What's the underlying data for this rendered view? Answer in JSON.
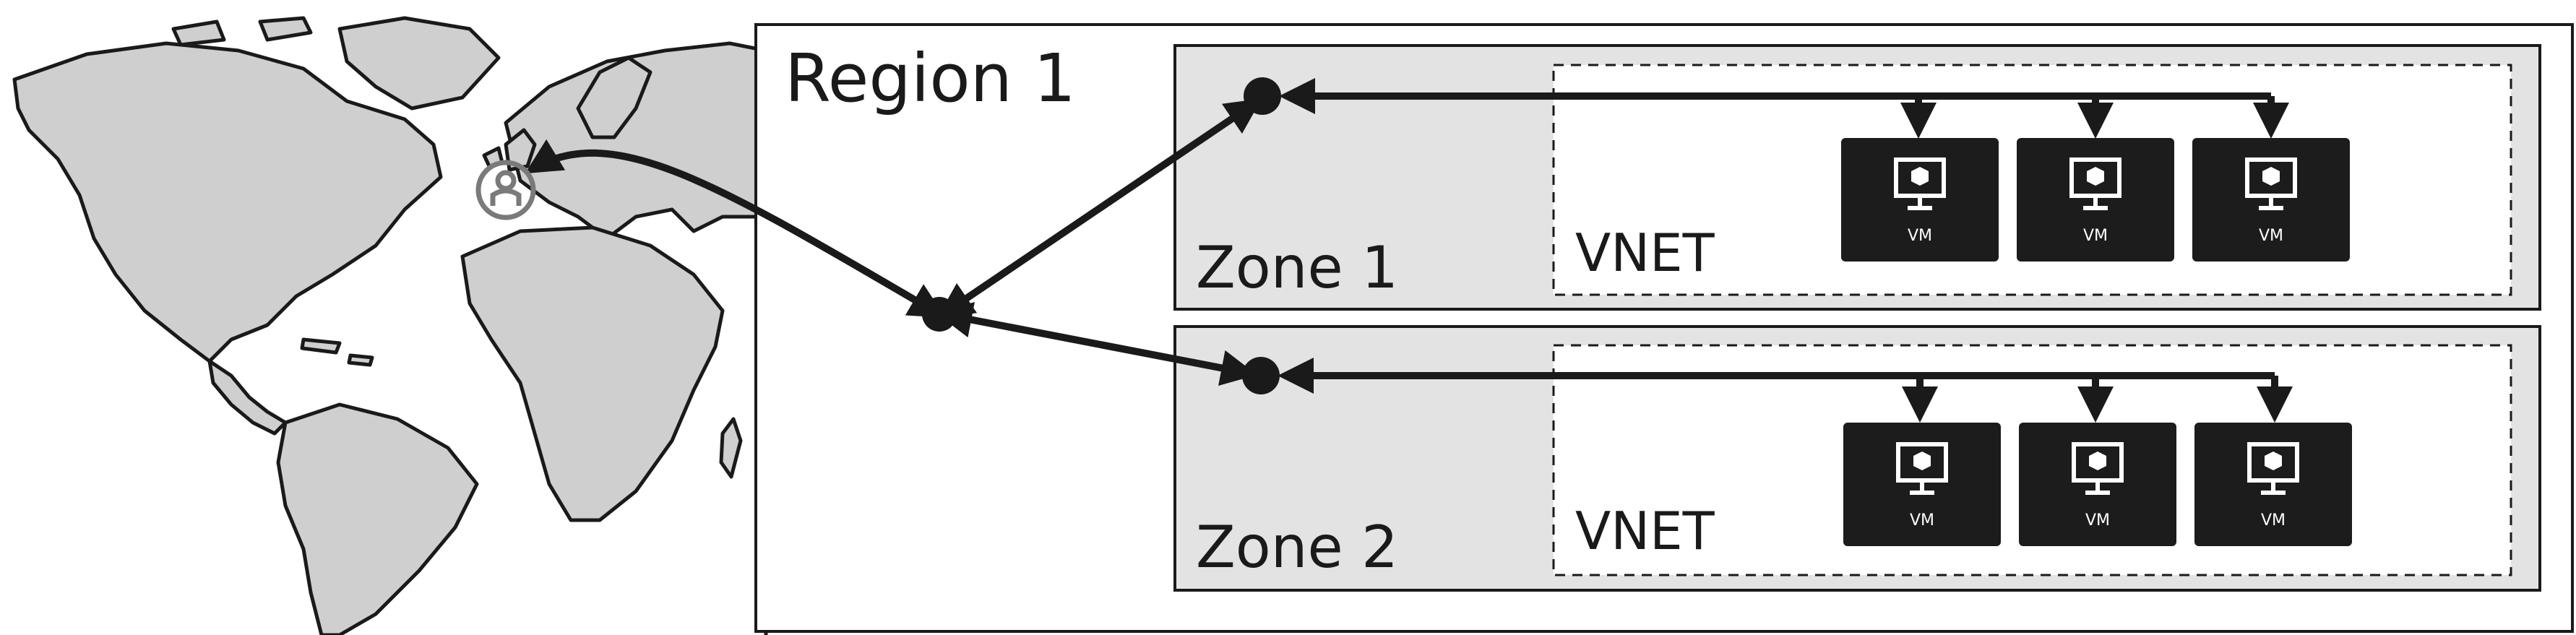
{
  "region": {
    "label": "Region 1"
  },
  "zones": [
    {
      "label": "Zone 1",
      "vnet": {
        "label": "VNET"
      },
      "vms": [
        {
          "label": "VM"
        },
        {
          "label": "VM"
        },
        {
          "label": "VM"
        }
      ]
    },
    {
      "label": "Zone 2",
      "vnet": {
        "label": "VNET"
      },
      "vms": [
        {
          "label": "VM"
        },
        {
          "label": "VM"
        },
        {
          "label": "VM"
        }
      ]
    }
  ],
  "colors": {
    "stroke": "#1a1a1a",
    "land": "#cfcfcf",
    "zone_fill": "#e3e3e3",
    "vm_fill": "#1c1c1c",
    "user_icon": "#7a7a7a"
  },
  "icons": {
    "user": "user-circle-icon",
    "vm": "monitor-cube-icon",
    "map": "world-map-icon"
  }
}
